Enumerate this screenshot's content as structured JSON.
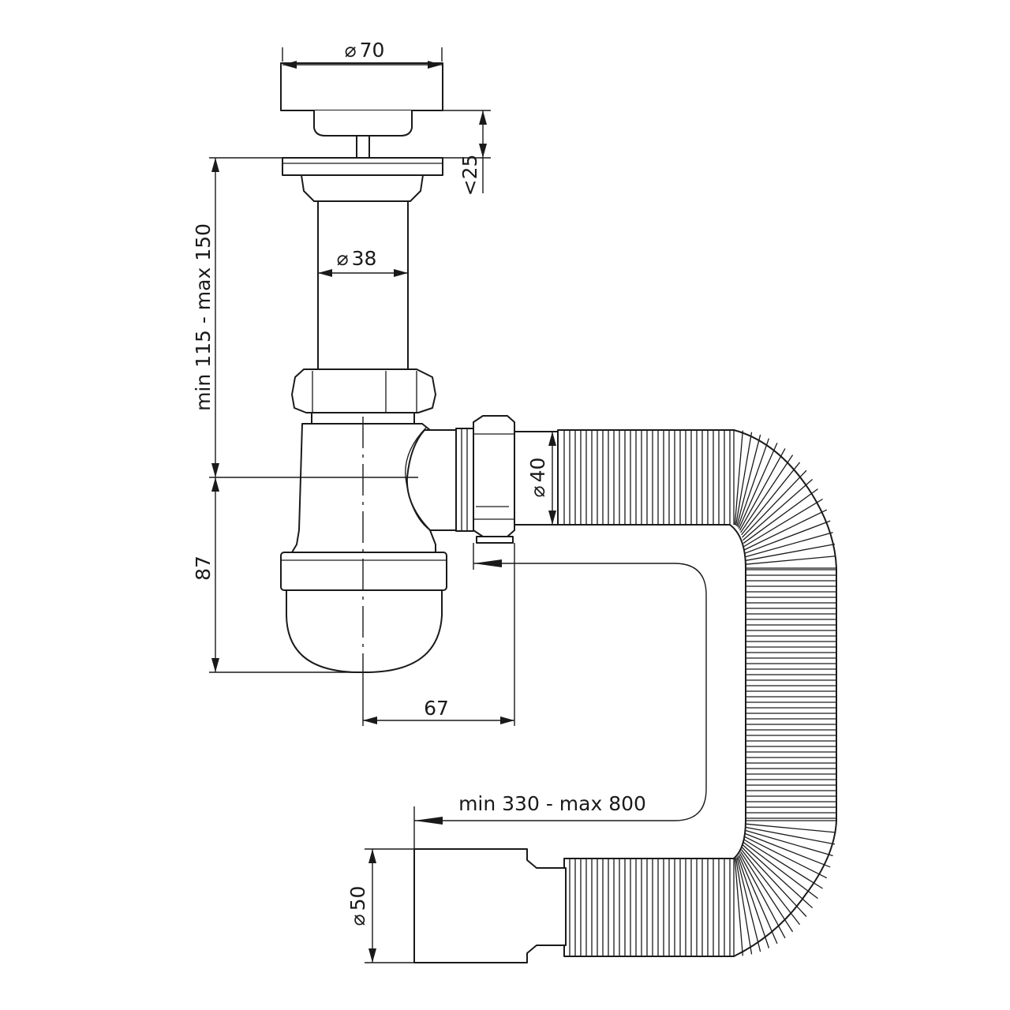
{
  "diagram": {
    "subject": "bottle siphon with flexible drain hose",
    "dimensions": {
      "top_plug_diameter": "70",
      "plug_height": "<25",
      "pipe_diameter": "38",
      "height_range": "min 115 - max 150",
      "trap_depth": "87",
      "outlet_offset": "67",
      "outlet_diameter": "40",
      "hose_length": "min 330 - max 800",
      "hose_end_diameter": "50"
    },
    "diameter_symbol": "⌀"
  }
}
